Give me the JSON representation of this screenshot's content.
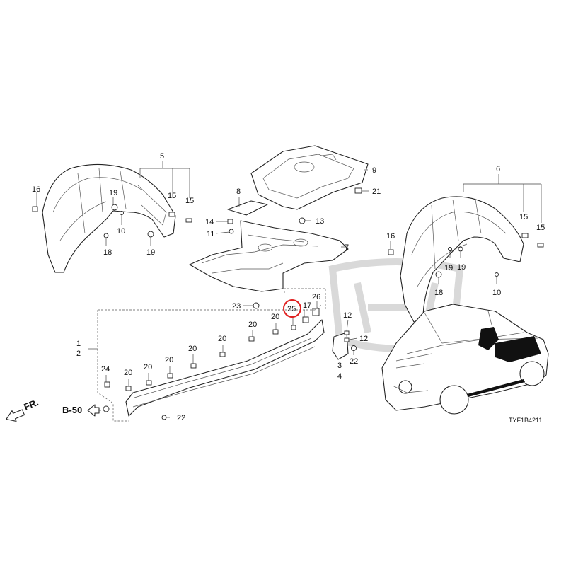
{
  "diagram": {
    "callouts": [
      {
        "id": "c5",
        "text": "5"
      },
      {
        "id": "c15a",
        "text": "15"
      },
      {
        "id": "c15b",
        "text": "15"
      },
      {
        "id": "c16a",
        "text": "16"
      },
      {
        "id": "c19a",
        "text": "19"
      },
      {
        "id": "c10a",
        "text": "10"
      },
      {
        "id": "c18a",
        "text": "18"
      },
      {
        "id": "c19b",
        "text": "19"
      },
      {
        "id": "c9",
        "text": "9"
      },
      {
        "id": "c8",
        "text": "8"
      },
      {
        "id": "c21",
        "text": "21"
      },
      {
        "id": "c14",
        "text": "14"
      },
      {
        "id": "c13",
        "text": "13"
      },
      {
        "id": "c11",
        "text": "11"
      },
      {
        "id": "c7",
        "text": "7"
      },
      {
        "id": "c6",
        "text": "6"
      },
      {
        "id": "c15c",
        "text": "15"
      },
      {
        "id": "c15d",
        "text": "15"
      },
      {
        "id": "c16b",
        "text": "16"
      },
      {
        "id": "c19c",
        "text": "19"
      },
      {
        "id": "c19d",
        "text": "19"
      },
      {
        "id": "c18b",
        "text": "18"
      },
      {
        "id": "c10b",
        "text": "10"
      },
      {
        "id": "c23",
        "text": "23"
      },
      {
        "id": "c25",
        "text": "25"
      },
      {
        "id": "c17",
        "text": "17"
      },
      {
        "id": "c26",
        "text": "26"
      },
      {
        "id": "c12a",
        "text": "12"
      },
      {
        "id": "c12b",
        "text": "12"
      },
      {
        "id": "c22a",
        "text": "22"
      },
      {
        "id": "c3",
        "text": "3"
      },
      {
        "id": "c4",
        "text": "4"
      },
      {
        "id": "c1",
        "text": "1"
      },
      {
        "id": "c2",
        "text": "2"
      },
      {
        "id": "c20a",
        "text": "20"
      },
      {
        "id": "c20b",
        "text": "20"
      },
      {
        "id": "c20c",
        "text": "20"
      },
      {
        "id": "c20d",
        "text": "20"
      },
      {
        "id": "c20e",
        "text": "20"
      },
      {
        "id": "c20f",
        "text": "20"
      },
      {
        "id": "c20g",
        "text": "20"
      },
      {
        "id": "c24",
        "text": "24"
      },
      {
        "id": "c22b",
        "text": "22"
      }
    ],
    "highlighted_callout": "25",
    "highlight_color": "#e02020",
    "direction_label": "FR.",
    "reference_label": "B-50",
    "diagram_code": "TYF1B4211"
  }
}
